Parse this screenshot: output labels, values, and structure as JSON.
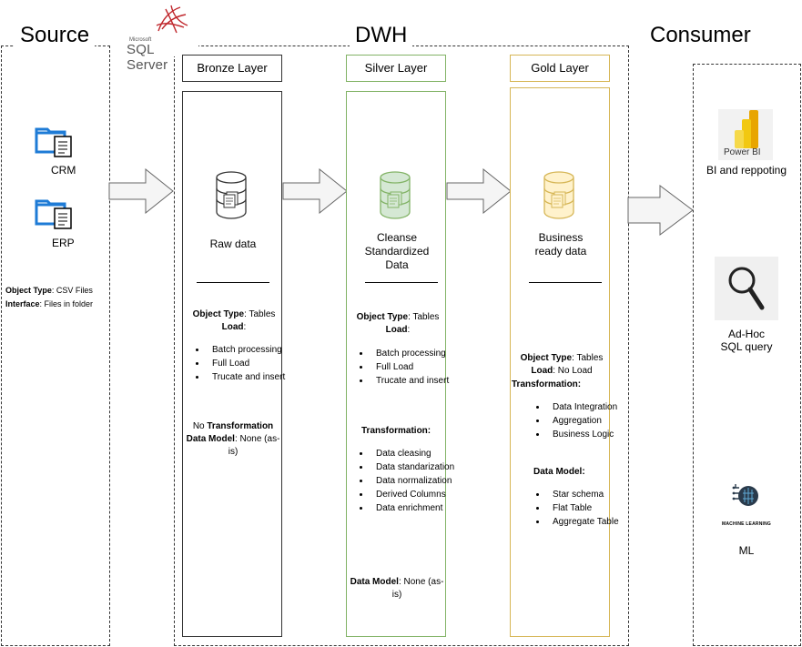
{
  "sections": {
    "source": "Source",
    "dwh": "DWH",
    "consumer": "Consumer"
  },
  "sql_server": {
    "vendor": "Microsoft",
    "product": "SQL Server"
  },
  "source": {
    "items": [
      {
        "label": "CRM",
        "icon": "folder-file-icon"
      },
      {
        "label": "ERP",
        "icon": "folder-file-icon"
      }
    ],
    "object_type_label": "Object Type",
    "object_type_value": ": CSV Files",
    "interface_label": "Interface",
    "interface_value": ": Files in folder"
  },
  "bronze": {
    "header": "Bronze Layer",
    "title": "Raw data",
    "object_type_label": "Object Type",
    "object_type_value": ": Tables",
    "load_label": "Load",
    "load_suffix": ":",
    "load_items": [
      "Batch processing",
      "Full Load",
      "Trucate and insert"
    ],
    "transformation_prefix": "No ",
    "transformation_label": "Transformation",
    "data_model_label": "Data Model",
    "data_model_value": ": None (as-is)",
    "colors": {
      "border": "#333333",
      "icon": "#ffffff"
    }
  },
  "silver": {
    "header": "Silver Layer",
    "title": "Cleanse Standardized Data",
    "object_type_label": "Object Type",
    "object_type_value": ": Tables",
    "load_label": "Load",
    "load_suffix": ":",
    "load_items": [
      "Batch processing",
      "Full Load",
      "Trucate and insert"
    ],
    "transformation_label": "Transformation:",
    "transformation_items": [
      "Data cleasing",
      "Data standarization",
      "Data normalization",
      "Derived Columns",
      "Data enrichment"
    ],
    "data_model_label": "Data Model",
    "data_model_value": ": None (as-is)",
    "colors": {
      "border": "#82b366",
      "icon": "#d5e8d4"
    }
  },
  "gold": {
    "header": "Gold Layer",
    "title": "Business ready data",
    "object_type_label": "Object Type",
    "object_type_value": ": Tables",
    "load_label": "Load",
    "load_value": ": No Load",
    "transformation_label": "Transformation:",
    "transformation_items": [
      "Data Integration",
      "Aggregation",
      "Business Logic"
    ],
    "data_model_label": "Data Model:",
    "data_model_items": [
      "Star schema",
      "Flat Table",
      "Aggregate Table"
    ],
    "colors": {
      "border": "#d6b656",
      "icon": "#fff2cc"
    }
  },
  "consumer": {
    "powerbi": {
      "brand": "Power BI",
      "label": "BI and reppoting",
      "icon": "power-bi-icon"
    },
    "adhoc": {
      "label_line1": "Ad-Hoc",
      "label_line2": "SQL query",
      "icon": "magnifier-icon"
    },
    "ml": {
      "caption": "MACHINE LEARNING",
      "label": "ML",
      "icon": "brain-chip-icon"
    }
  }
}
